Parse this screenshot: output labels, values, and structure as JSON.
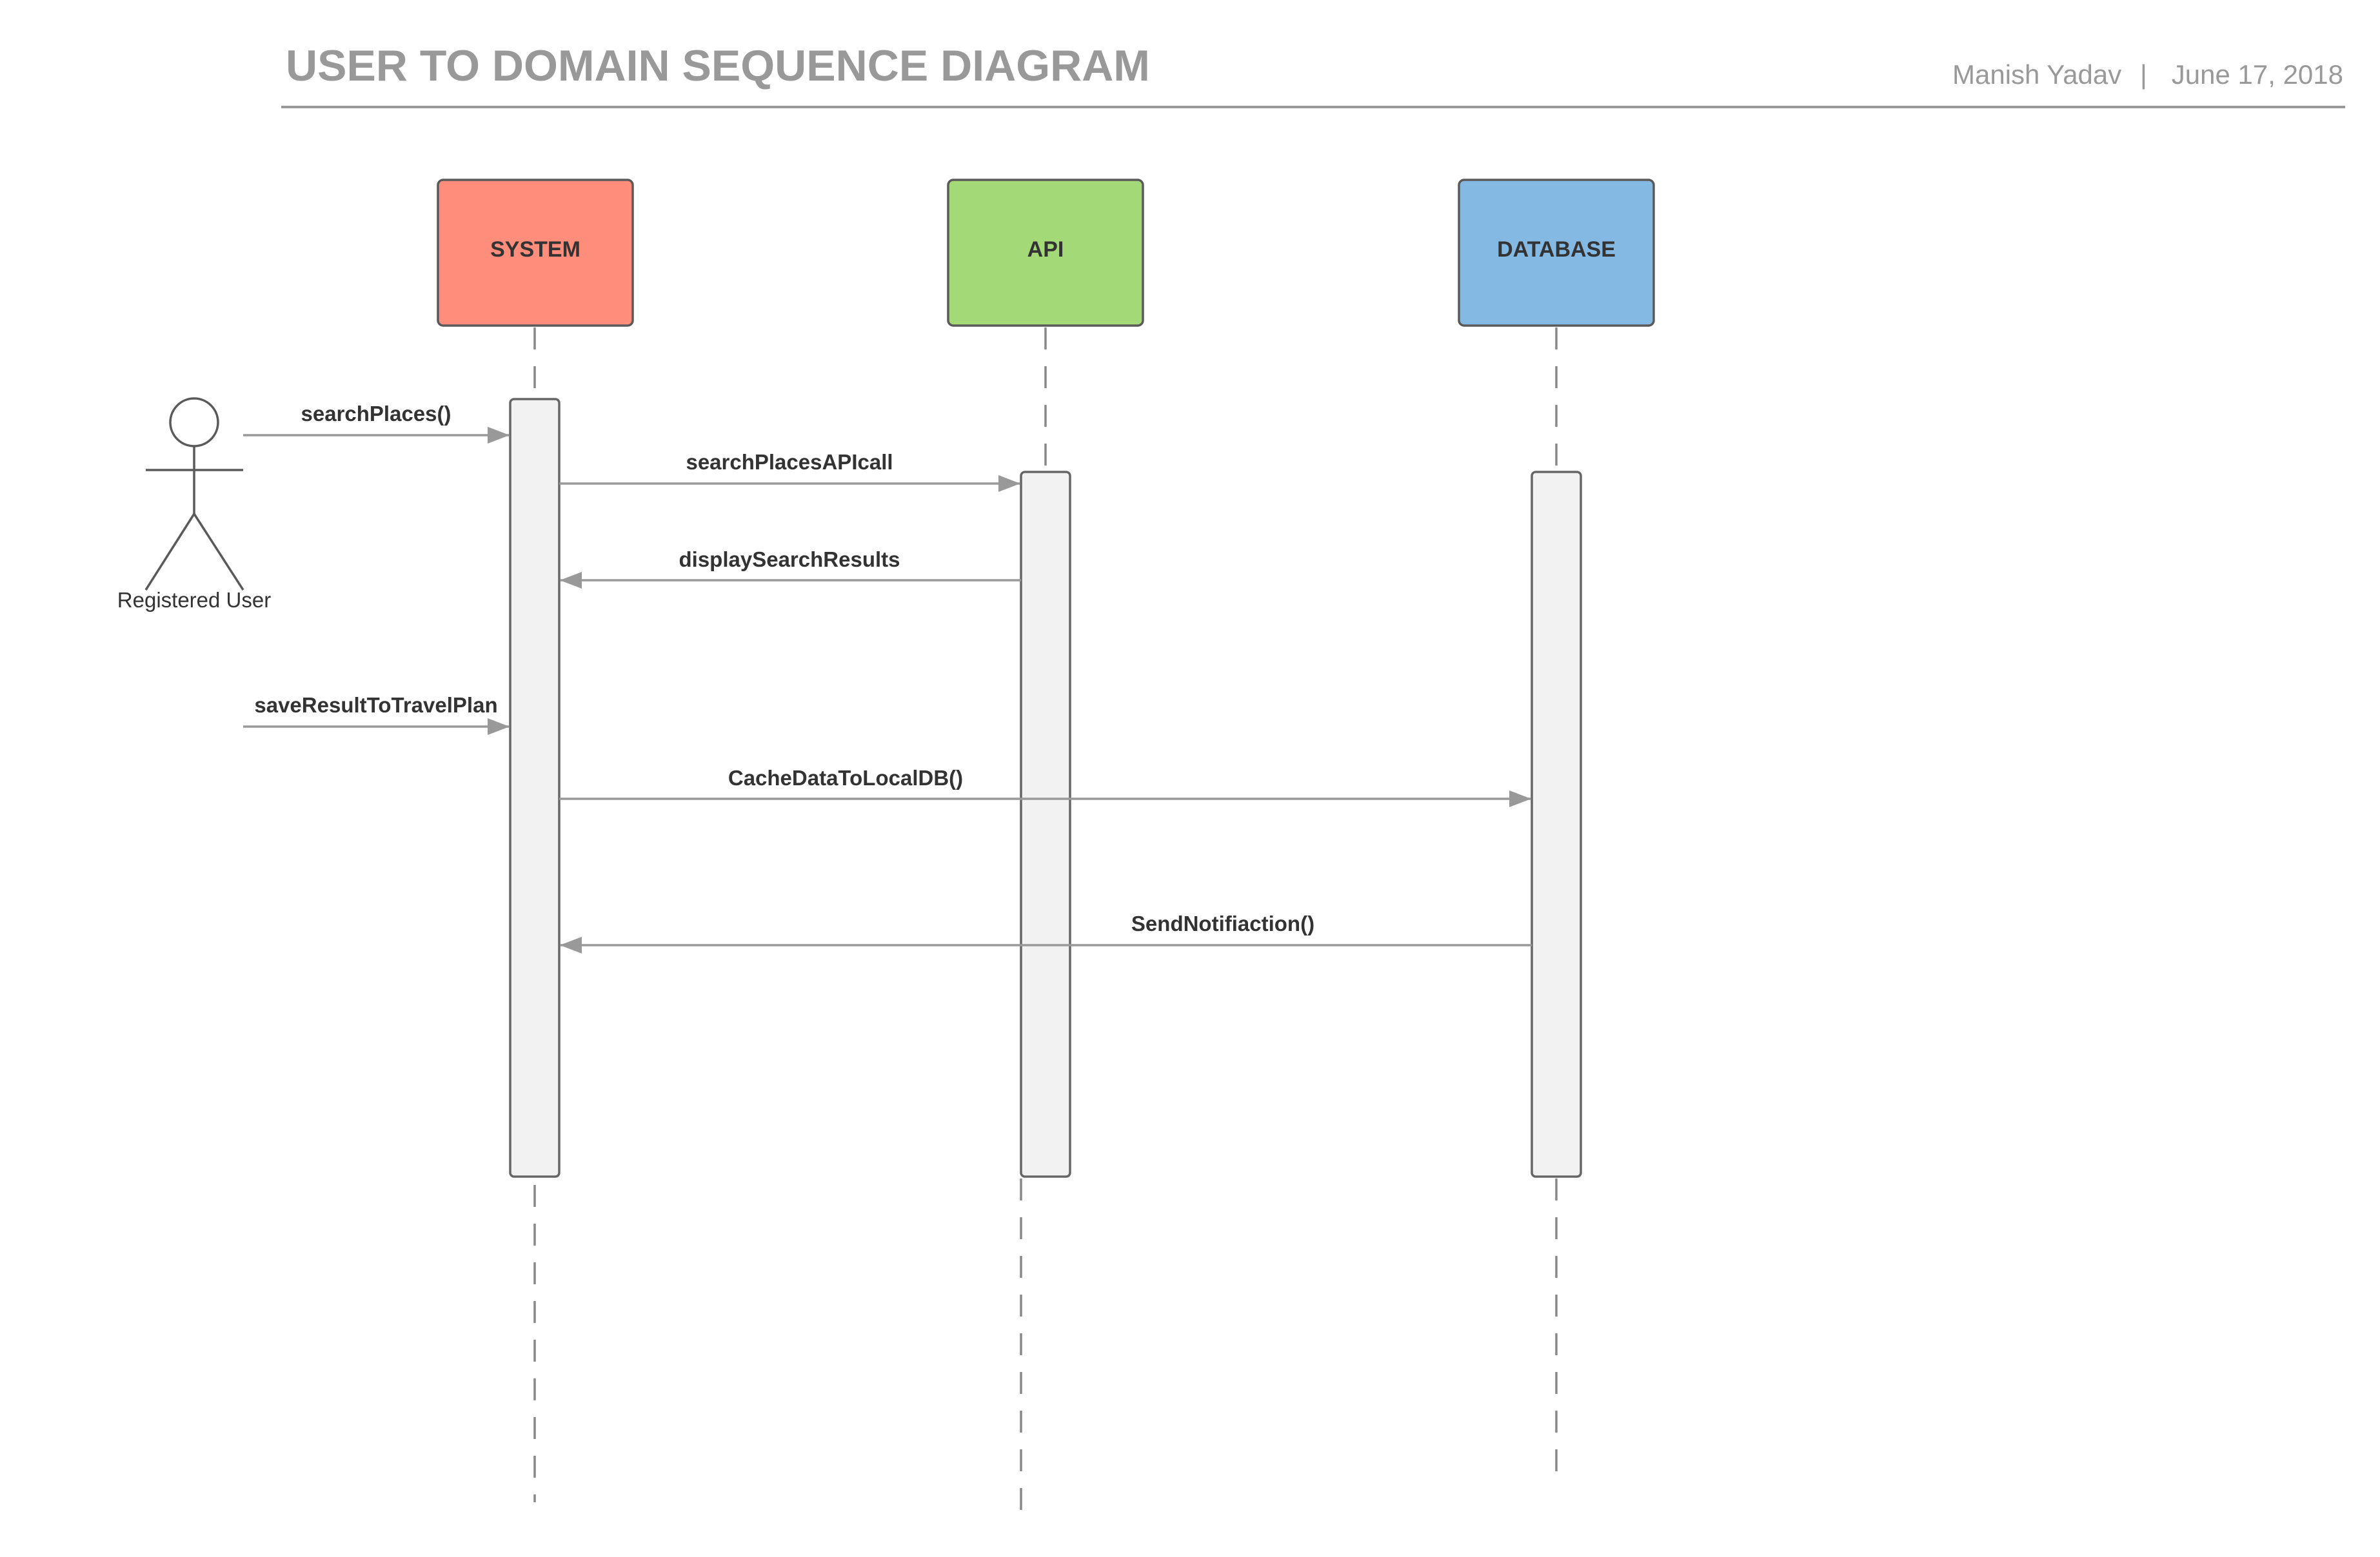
{
  "header": {
    "title": "USER TO DOMAIN SEQUENCE DIAGRAM",
    "author": "Manish Yadav",
    "separator": "|",
    "date": "June 17, 2018"
  },
  "actor": {
    "label": "Registered User"
  },
  "participants": [
    {
      "id": "system",
      "label": "SYSTEM",
      "color": "#ff8d7b"
    },
    {
      "id": "api",
      "label": "API",
      "color": "#a4d977"
    },
    {
      "id": "database",
      "label": "DATABASE",
      "color": "#83b9e3"
    }
  ],
  "messages": [
    {
      "from": "actor",
      "to": "system",
      "label": "searchPlaces()"
    },
    {
      "from": "system",
      "to": "api",
      "label": "searchPlacesAPIcall"
    },
    {
      "from": "api",
      "to": "system",
      "label": "displaySearchResults"
    },
    {
      "from": "actor",
      "to": "system",
      "label": "saveResultToTravelPlan"
    },
    {
      "from": "system",
      "to": "database",
      "label": "CacheDataToLocalDB()"
    },
    {
      "from": "database",
      "to": "system",
      "label": "SendNotifiaction()"
    }
  ]
}
